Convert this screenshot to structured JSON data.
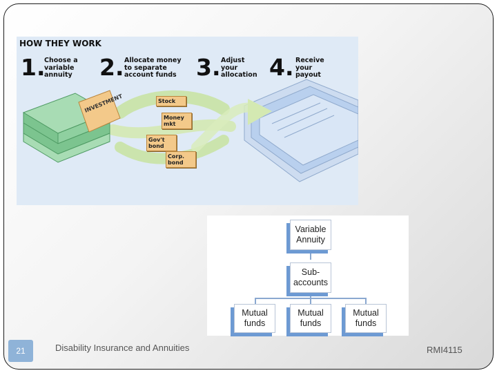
{
  "slide": {
    "number": "21",
    "footer_title": "Disability Insurance and Annuities",
    "course_code": "RMI4115"
  },
  "infographic": {
    "title": "HOW THEY WORK",
    "steps": [
      {
        "number": "1.",
        "lines": [
          "Choose a",
          "variable",
          "annuity"
        ]
      },
      {
        "number": "2.",
        "lines": [
          "Allocate money",
          "to separate",
          "account funds"
        ]
      },
      {
        "number": "3.",
        "lines": [
          "Adjust",
          "your",
          "allocation"
        ]
      },
      {
        "number": "4.",
        "lines": [
          "Receive",
          "your",
          "payout"
        ]
      }
    ],
    "contract_label": "INVESTMENT",
    "funds": [
      {
        "lines": [
          "Stock"
        ]
      },
      {
        "lines": [
          "Money",
          "mkt"
        ]
      },
      {
        "lines": [
          "Gov't",
          "bond"
        ]
      },
      {
        "lines": [
          "Corp.",
          "bond"
        ]
      }
    ],
    "colors": {
      "background": "#dfeaf6",
      "money": "#7cc48f",
      "arrows": "#c9e3a5",
      "tags": "#f3c98a",
      "payout": "#b9d0ee"
    }
  },
  "org_chart": {
    "root": [
      "Variable",
      "Annuity"
    ],
    "middle": [
      "Sub-",
      "accounts"
    ],
    "leaves": [
      [
        "Mutual",
        "funds"
      ],
      [
        "Mutual",
        "funds"
      ],
      [
        "Mutual",
        "funds"
      ]
    ],
    "colors": {
      "shadow": "#6d9ad3",
      "connector": "#8aa8d0"
    }
  }
}
